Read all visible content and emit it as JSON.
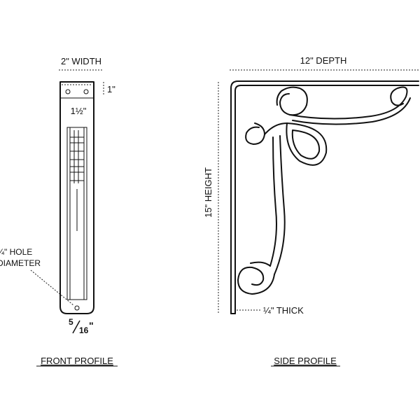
{
  "front_profile": {
    "width_label": "2\" WIDTH",
    "top_offset_label": "1\"",
    "hole_spacing_label": "1½\"",
    "hole_label_line1": "¼\" HOLE",
    "hole_label_line2": "DIAMETER",
    "bottom_label_num": "5",
    "bottom_label_den": "16",
    "bottom_label_unit": "\"",
    "caption": "FRONT PROFILE"
  },
  "side_profile": {
    "depth_label": "12\" DEPTH",
    "height_label": "15\" HEIGHT",
    "thick_label": "¼\" THICK",
    "caption": "SIDE PROFILE"
  },
  "colors": {
    "ink": "#111111",
    "background": "#ffffff"
  }
}
